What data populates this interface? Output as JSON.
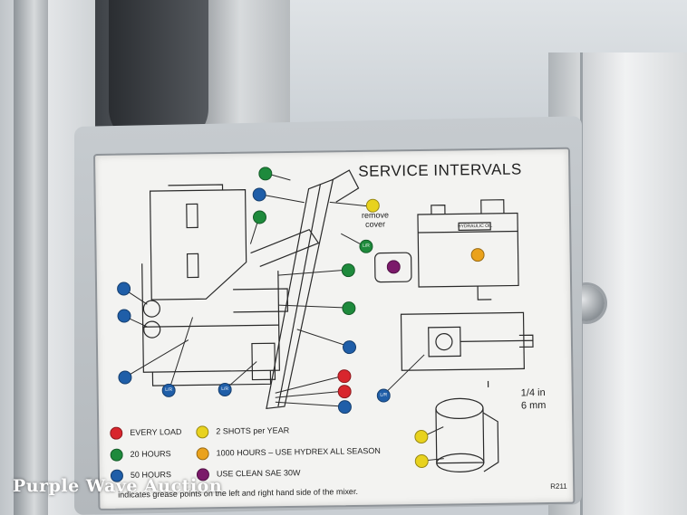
{
  "sign": {
    "title": "SERVICE INTERVALS",
    "notes": {
      "remove_cover": "remove cover",
      "hydraulic_oil": "HYDRAULIC OIL",
      "measure_value": "1/4 in",
      "measure_metric": "6 mm"
    },
    "dot_label": "L/R",
    "legend": [
      {
        "color": "#d8262d",
        "label": "EVERY LOAD"
      },
      {
        "color": "#e8d21e",
        "label": "2 SHOTS per YEAR"
      },
      {
        "color": "#1e8a3c",
        "label": "20 HOURS"
      },
      {
        "color": "#eaa21c",
        "label": "1000 HOURS – USE HYDREX ALL SEASON"
      },
      {
        "color": "#1f5ea8",
        "label": "50 HOURS"
      },
      {
        "color": "#7b1a6a",
        "label": "USE CLEAN SAE 30W"
      }
    ],
    "footnote": "indicates grease points on the left and right hand side of the mixer.",
    "part_number": "R211"
  },
  "watermark": "Purple Wave Auction",
  "colors": {
    "red": "#d8262d",
    "green": "#1e8a3c",
    "blue": "#1f5ea8",
    "yellow": "#e8d21e",
    "orange": "#eaa21c",
    "purple": "#7b1a6a"
  }
}
